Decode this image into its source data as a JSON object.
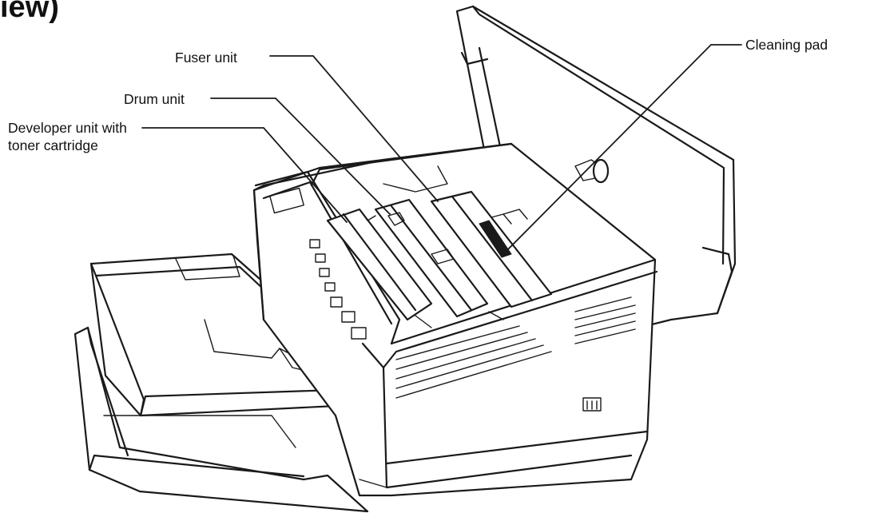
{
  "heading": "iew)",
  "labels": {
    "fuser_unit": "Fuser unit",
    "drum_unit": "Drum unit",
    "developer_unit_line1": "Developer unit with",
    "developer_unit_line2": "toner cartridge",
    "cleaning_pad": "Cleaning pad"
  },
  "colors": {
    "ink": "#1a1a1a",
    "background": "#ffffff"
  }
}
